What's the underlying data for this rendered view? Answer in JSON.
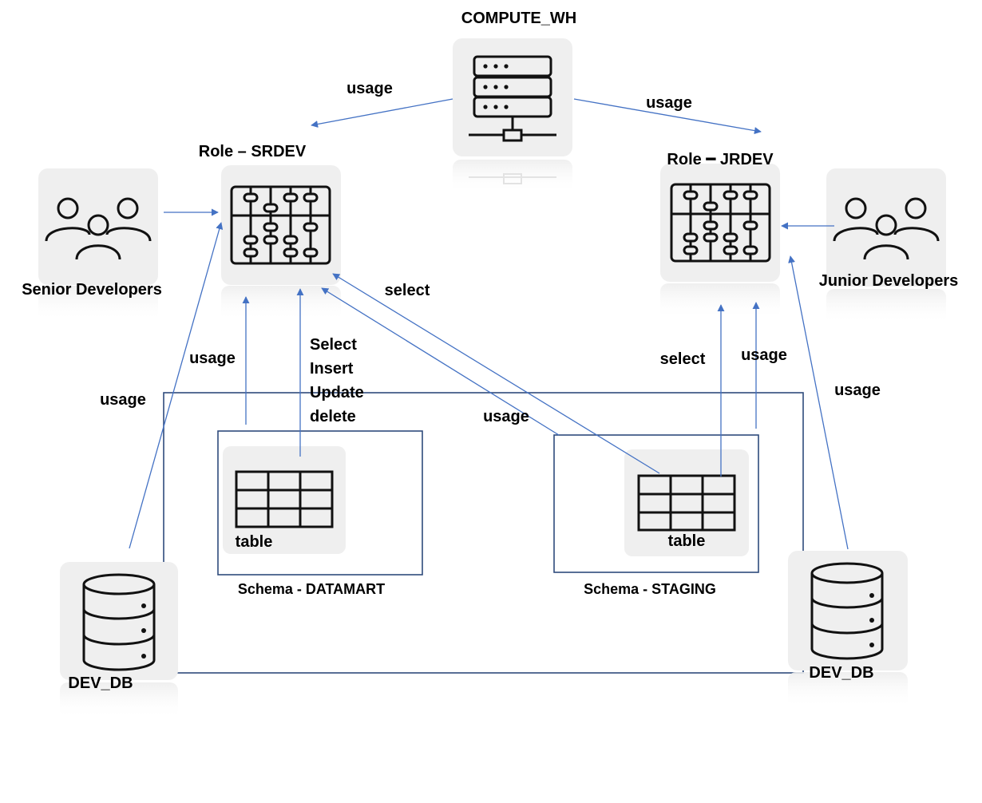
{
  "warehouse": {
    "label": "COMPUTE_WH"
  },
  "roles": {
    "srdev": {
      "label": "Role – SRDEV"
    },
    "jrdev": {
      "label": "Role ━ JRDEV"
    }
  },
  "groups": {
    "senior": {
      "label": "Senior Developers"
    },
    "junior": {
      "label": "Junior Developers"
    }
  },
  "schemas": {
    "datamart": {
      "label": "Schema - DATAMART",
      "table_label": "table"
    },
    "staging": {
      "label": "Schema - STAGING",
      "table_label": "table"
    }
  },
  "databases": {
    "left": {
      "label": "DEV_DB"
    },
    "right": {
      "label": "DEV_DB"
    }
  },
  "edge_labels": {
    "wh_to_srdev": "usage",
    "wh_to_jrdev": "usage",
    "srdev_select": "select",
    "datamart_usage": "usage",
    "datamart_dml": [
      "Select",
      "Insert",
      "Update",
      "delete"
    ],
    "db_left_usage": "usage",
    "staging_usage": "usage",
    "jrdev_select": "select",
    "jrdev_usage": "usage",
    "db_right_usage": "usage"
  },
  "colors": {
    "arrow": "#4472C4",
    "box_border": "#2F4B7C",
    "icon_bg": "#EFEFEF",
    "reflection": "#F6F6F6"
  }
}
